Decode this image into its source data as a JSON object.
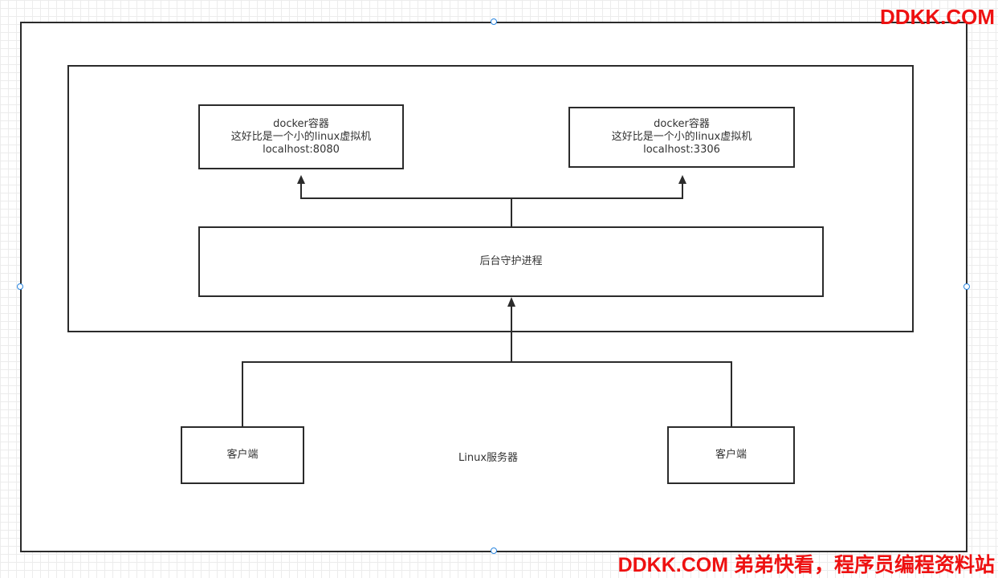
{
  "diagram": {
    "server_label": "Linux服务器",
    "daemon": {
      "label": "后台守护进程"
    },
    "containers": [
      {
        "title": "docker容器",
        "description": "这好比是一个小的linux虚拟机",
        "address": "localhost:8080"
      },
      {
        "title": "docker容器",
        "description": "这好比是一个小的linux虚拟机",
        "address": "localhost:3306"
      }
    ],
    "clients": [
      {
        "label": "客户端"
      },
      {
        "label": "客户端"
      }
    ]
  },
  "watermark": {
    "top": "DDKK.COM",
    "bottom": "DDKK.COM 弟弟快看，程序员编程资料站"
  },
  "colors": {
    "stroke": "#2b2b2b",
    "text": "#333333",
    "watermark": "#ee1111",
    "selection_handle": "#2a86e0"
  }
}
